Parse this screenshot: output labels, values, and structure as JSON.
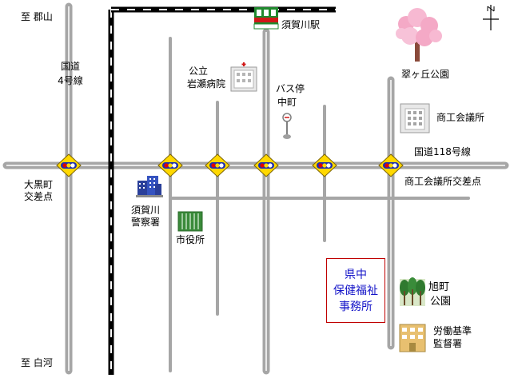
{
  "map": {
    "destination": {
      "line1": "県中",
      "line2": "保健福祉",
      "line3": "事務所"
    },
    "labels": {
      "to_koriyama": "至 郡山",
      "to_shirakawa": "至 白河",
      "route4_l1": "国道",
      "route4_l2": "4号線",
      "oguromachi_l1": "大黒町",
      "oguromachi_l2": "交差点",
      "sukagawa_station": "須賀川駅",
      "hospital_l1": "公立",
      "hospital_l2": "岩瀬病院",
      "bus_stop_l1": "バス停",
      "bus_stop_l2": "中町",
      "suigaoka_park": "翠ヶ丘公園",
      "chamber": "商工会議所",
      "route118": "国道118号線",
      "chamber_intersection": "商工会議所交差点",
      "police_l1": "須賀川",
      "police_l2": "警察署",
      "city_hall": "市役所",
      "asahimachi_park_l1": "旭町",
      "asahimachi_park_l2": "公園",
      "labor_office_l1": "労働基準",
      "labor_office_l2": "監督署"
    },
    "icons": [
      "north-arrow-icon",
      "station-icon",
      "hospital-icon",
      "bus-stop-icon",
      "cherry-tree-icon",
      "chamber-building-icon",
      "police-building-icon",
      "city-hall-icon",
      "trees-park-icon",
      "labor-office-icon",
      "traffic-signal-icon"
    ],
    "colors": {
      "road": "#a6a6a6",
      "road_center": "#ffffff",
      "railway": "#000000",
      "destination_border": "#c00000",
      "destination_text": "#1515c8"
    }
  }
}
